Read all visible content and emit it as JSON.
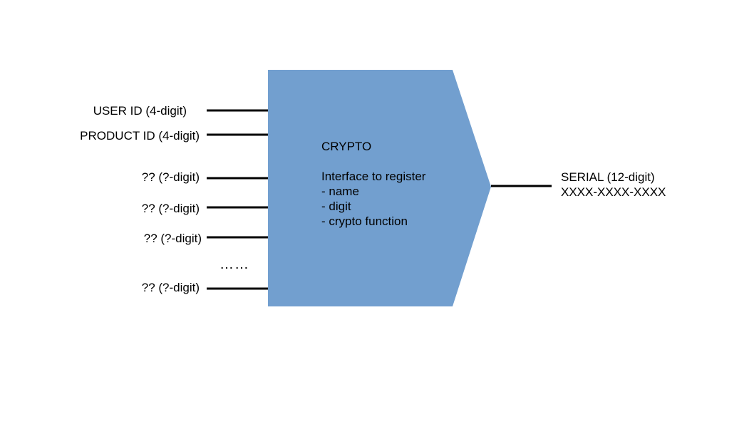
{
  "colors": {
    "block_fill": "#729fcf",
    "line": "#000000",
    "text": "#000000",
    "background": "#ffffff"
  },
  "inputs": [
    {
      "label": "USER ID (4-digit)"
    },
    {
      "label": "PRODUCT ID (4-digit)"
    },
    {
      "label": "?? (?-digit)"
    },
    {
      "label": "?? (?-digit)"
    },
    {
      "label": "?? (?-digit)"
    },
    {
      "label": "?? (?-digit)"
    }
  ],
  "ellipsis": "……",
  "block": {
    "title": "CRYPTO",
    "subtitle": "Interface to register",
    "items": [
      "- name",
      "- digit",
      "- crypto function"
    ]
  },
  "output": {
    "line1": "SERIAL (12-digit)",
    "line2": "XXXX-XXXX-XXXX"
  }
}
